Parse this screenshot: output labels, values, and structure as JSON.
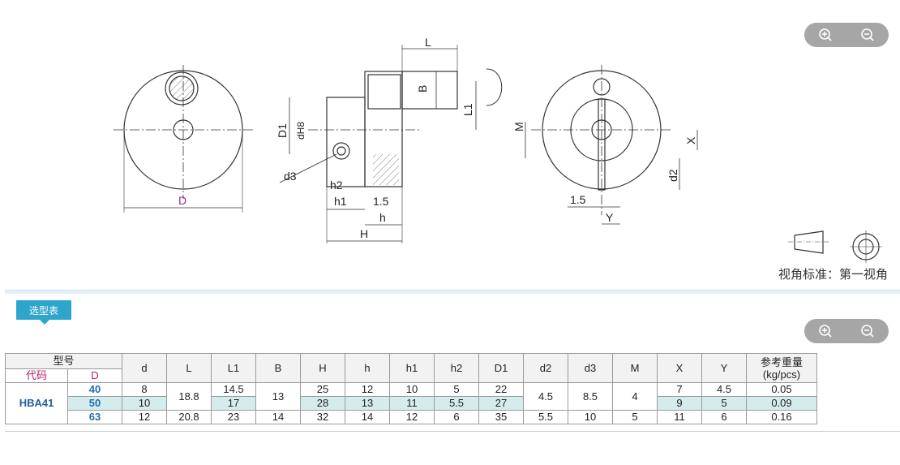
{
  "zoom_top": {
    "in_icon": "zoom-in-icon",
    "out_icon": "zoom-out-icon"
  },
  "zoom_bottom": {
    "in_icon": "zoom-in-icon",
    "out_icon": "zoom-out-icon"
  },
  "drawing_labels": {
    "D_left": "D",
    "L": "L",
    "B": "B",
    "L1": "L1",
    "D1": "D1",
    "dH8": "dH8",
    "d3": "d3",
    "h2": "h2",
    "h1": "h1",
    "dim_1_5": "1.5",
    "h": "h",
    "H": "H",
    "M": "M",
    "X": "X",
    "d2": "d2",
    "dim_1_5_right": "1.5",
    "Y": "Y"
  },
  "projection_label": "视角标准：第一视角",
  "tab_label": "选型表",
  "table": {
    "header_model": "型号",
    "header_code": "代码",
    "header_D": "D",
    "columns": [
      "d",
      "L",
      "L1",
      "B",
      "H",
      "h",
      "h1",
      "h2",
      "D1",
      "d2",
      "d3",
      "M",
      "X",
      "Y"
    ],
    "weight_header": [
      "参考重量",
      "(kg/pcs)"
    ],
    "model": "HBA41",
    "rows": [
      {
        "D": "40",
        "d": "8",
        "L1": "14.5",
        "H": "25",
        "h": "12",
        "h1": "10",
        "h2": "5",
        "D1": "22",
        "X": "7",
        "Y": "4.5",
        "W": "0.05"
      },
      {
        "D": "50",
        "d": "10",
        "L1": "17",
        "H": "28",
        "h": "13",
        "h1": "11",
        "h2": "5.5",
        "D1": "27",
        "X": "9",
        "Y": "5",
        "W": "0.09"
      },
      {
        "D": "63",
        "d": "12",
        "L": "20.8",
        "L1": "23",
        "B": "14",
        "H": "32",
        "h": "14",
        "h1": "12",
        "h2": "6",
        "D1": "35",
        "d2": "5.5",
        "d3": "10",
        "M": "5",
        "X": "11",
        "Y": "6",
        "W": "0.16"
      }
    ],
    "merged": {
      "L": "18.8",
      "B": "13",
      "d2": "4.5",
      "d3": "8.5",
      "M": "4"
    }
  }
}
